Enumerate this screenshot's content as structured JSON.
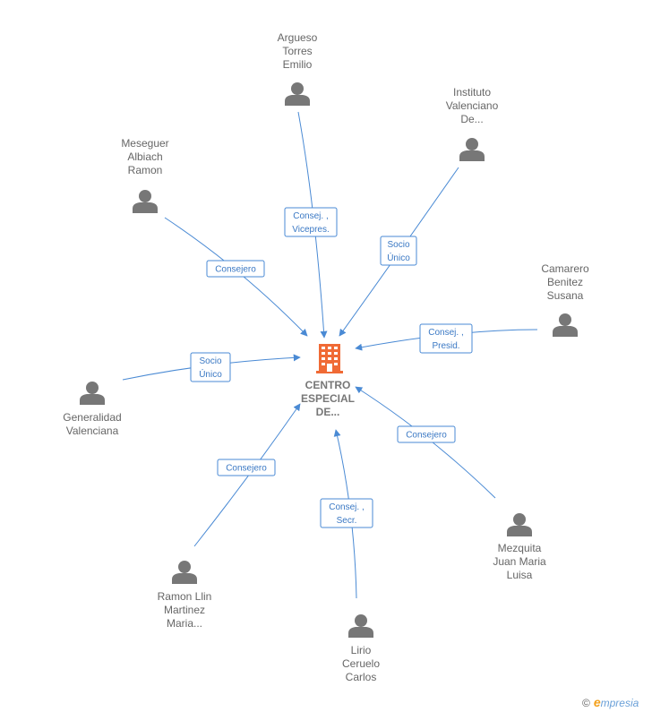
{
  "company": {
    "name_lines": [
      "CENTRO",
      "ESPECIAL",
      "DE..."
    ],
    "icon": "building-icon",
    "color": "#f06a35"
  },
  "people": [
    {
      "id": "argueso",
      "name_lines": [
        "Argueso",
        "Torres",
        "Emilio"
      ],
      "icon": "person-icon",
      "role_lines": [
        "Consej. ,",
        "Vicepres."
      ]
    },
    {
      "id": "instituto",
      "name_lines": [
        "Instituto",
        "Valenciano",
        "De..."
      ],
      "icon": "person-icon",
      "role_lines": [
        "Socio",
        "Único"
      ]
    },
    {
      "id": "meseguer",
      "name_lines": [
        "Meseguer",
        "Albiach",
        "Ramon"
      ],
      "icon": "person-icon",
      "role_lines": [
        "Consejero"
      ]
    },
    {
      "id": "camarero",
      "name_lines": [
        "Camarero",
        "Benitez",
        "Susana"
      ],
      "icon": "person-icon",
      "role_lines": [
        "Consej. ,",
        "Presid."
      ]
    },
    {
      "id": "generalidad",
      "name_lines": [
        "Generalidad",
        "Valenciana"
      ],
      "icon": "person-icon",
      "role_lines": [
        "Socio",
        "Único"
      ]
    },
    {
      "id": "mezquita",
      "name_lines": [
        "Mezquita",
        "Juan Maria",
        "Luisa"
      ],
      "icon": "person-icon",
      "role_lines": [
        "Consejero"
      ]
    },
    {
      "id": "ramon",
      "name_lines": [
        "Ramon Llin",
        "Martinez",
        "Maria..."
      ],
      "icon": "person-icon",
      "role_lines": [
        "Consejero"
      ]
    },
    {
      "id": "lirio",
      "name_lines": [
        "Lirio",
        "Ceruelo",
        "Carlos"
      ],
      "icon": "person-icon",
      "role_lines": [
        "Consej. ,",
        "Secr."
      ]
    }
  ],
  "footer": {
    "copyright_symbol": "©",
    "brand_first": "e",
    "brand_rest": "mpresia"
  },
  "colors": {
    "edge": "#4a8ad4",
    "person": "#777777",
    "label": "#666666"
  }
}
